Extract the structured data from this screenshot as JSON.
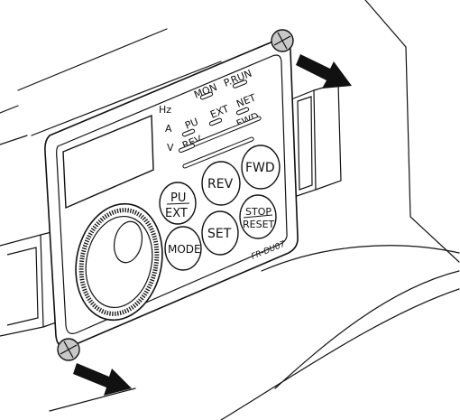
{
  "indicators": {
    "hz": "Hz",
    "a": "A",
    "v": "V",
    "mon": "MON",
    "prun": "P.RUN",
    "pu": "PU",
    "ext": "EXT",
    "net": "NET",
    "fwd": "FWD",
    "rev": "REV"
  },
  "keys": {
    "pu_ext_top": "PU",
    "pu_ext_bottom": "EXT",
    "rev": "REV",
    "fwd": "FWD",
    "mode": "MODE",
    "set": "SET",
    "stop_reset_top": "STOP",
    "stop_reset_bottom": "RESET"
  },
  "model": "FR-DU07",
  "icons": {
    "top_screw": "screw-icon",
    "bottom_screw": "screw-icon",
    "top_arrow": "removal-arrow-icon",
    "bottom_arrow": "removal-arrow-icon"
  },
  "colors": {
    "line": "#111111",
    "arrow": "#111111",
    "screw": "#c8c8c8",
    "background": "#ffffff"
  }
}
